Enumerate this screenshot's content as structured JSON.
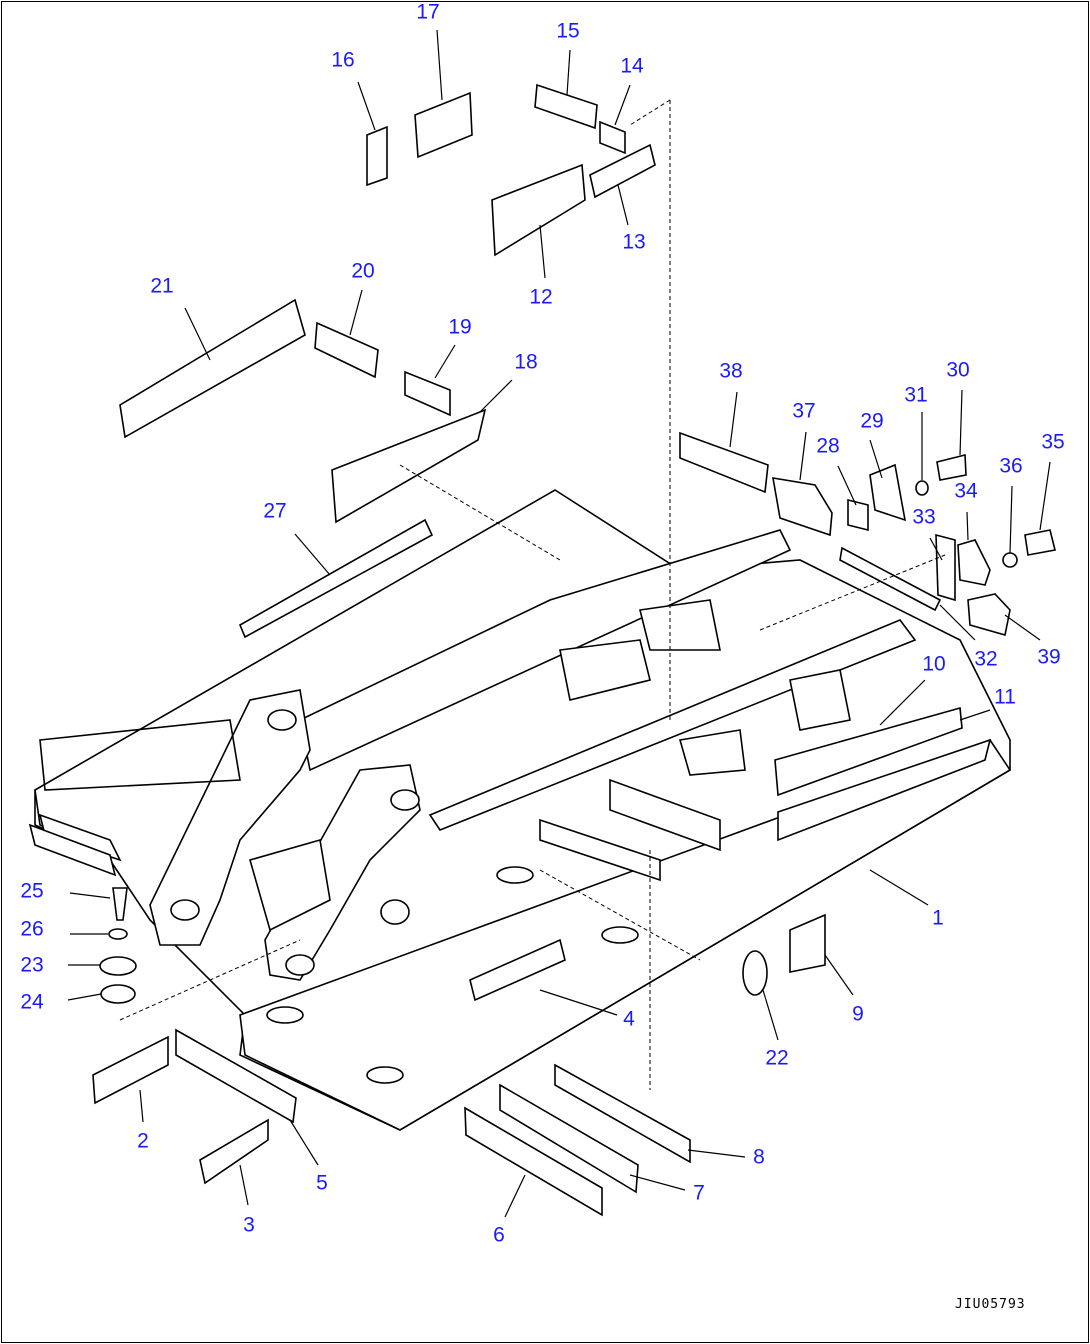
{
  "diagram_code": "JIU05793",
  "label_color": "#1a1aff",
  "callouts": [
    "1",
    "2",
    "3",
    "4",
    "5",
    "6",
    "7",
    "8",
    "9",
    "10",
    "11",
    "12",
    "13",
    "14",
    "15",
    "16",
    "17",
    "18",
    "19",
    "20",
    "21",
    "22",
    "23",
    "24",
    "25",
    "26",
    "27",
    "28",
    "29",
    "30",
    "31",
    "32",
    "33",
    "34",
    "35",
    "36",
    "37",
    "38",
    "39"
  ]
}
